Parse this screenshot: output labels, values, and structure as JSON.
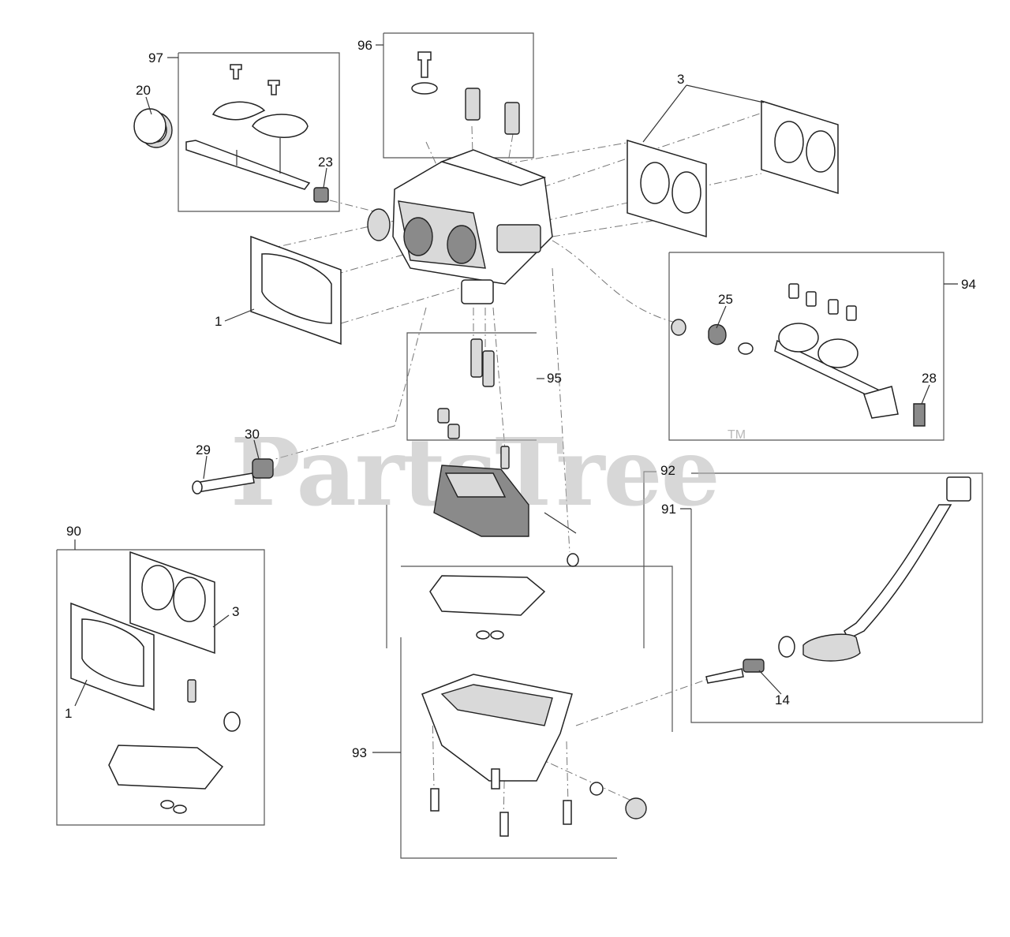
{
  "watermark": {
    "text": "PartsTree",
    "trademark": "TM"
  },
  "callouts": {
    "c97": "97",
    "c96": "96",
    "c20": "20",
    "c23": "23",
    "c3a": "3",
    "c1a": "1",
    "c94": "94",
    "c25": "25",
    "c95": "95",
    "c28": "28",
    "c29": "29",
    "c30": "30",
    "c92": "92",
    "c91": "91",
    "c90": "90",
    "c3b": "3",
    "c1b": "1",
    "c14": "14",
    "c93": "93"
  },
  "colors": {
    "line": "#222222",
    "frame": "#555555",
    "watermark": "#b8b8b8"
  }
}
